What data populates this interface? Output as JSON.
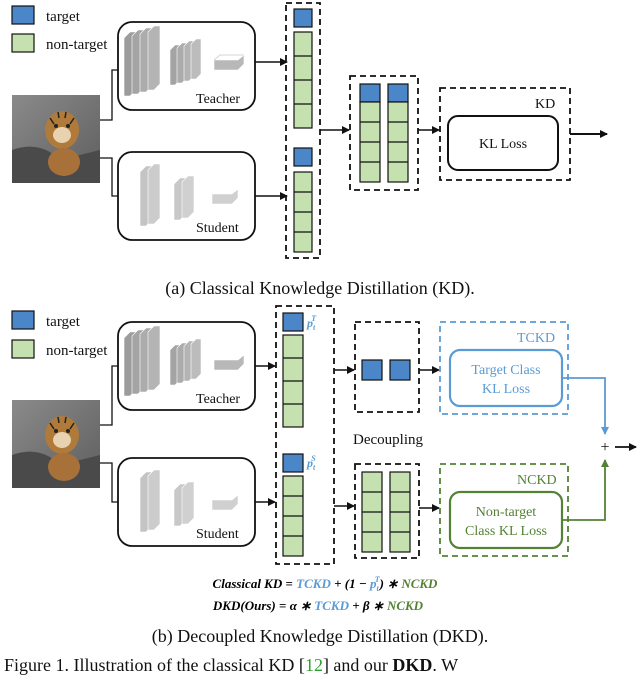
{
  "legend": {
    "target": "target",
    "non_target": "non-target"
  },
  "colors": {
    "target": "#4a86c8",
    "non_target": "#c5e1b0",
    "tckd": "#5b9bd5",
    "nckd": "#548235",
    "block": "#bdbdbd"
  },
  "top": {
    "teacher": "Teacher",
    "student": "Student",
    "kd_label": "KD",
    "kl_loss": "KL Loss",
    "caption": "(a) Classical Knowledge Distillation (KD)."
  },
  "bottom": {
    "teacher": "Teacher",
    "student": "Student",
    "p_teacher": "p",
    "p_teacher_sub": "t",
    "p_teacher_sup": "T",
    "p_student": "p",
    "p_student_sub": "t",
    "p_student_sup": "S",
    "decoupling": "Decoupling",
    "tckd_label": "TCKD",
    "tckd_box_line1": "Target Class",
    "tckd_box_line2": "KL Loss",
    "nckd_label": "NCKD",
    "nckd_box_line1": "Non-target",
    "nckd_box_line2": "Class KL Loss",
    "plus": "+",
    "caption": "(b) Decoupled Knowledge Distillation (DKD)."
  },
  "equations": {
    "eq1_left": "Classical KD",
    "eq1_eq": " = ",
    "eq1_tckd": "TCKD",
    "eq1_plus": " + (1 − ",
    "eq1_p": "p",
    "eq1_p_sub": "t",
    "eq1_p_sup": "T",
    "eq1_close": ") ∗ ",
    "eq1_nckd": "NCKD",
    "eq2_left": "DKD(Ours)",
    "eq2_eq": " = ",
    "eq2_alpha": "α ∗ ",
    "eq2_tckd": "TCKD",
    "eq2_plus": " + ",
    "eq2_beta": "β ∗ ",
    "eq2_nckd": "NCKD"
  },
  "figure_caption": {
    "prefix": "Figure 1. Illustration of the classical KD [",
    "ref": "12",
    "middle": "] and our ",
    "bold": "DKD",
    "suffix": ". W"
  }
}
